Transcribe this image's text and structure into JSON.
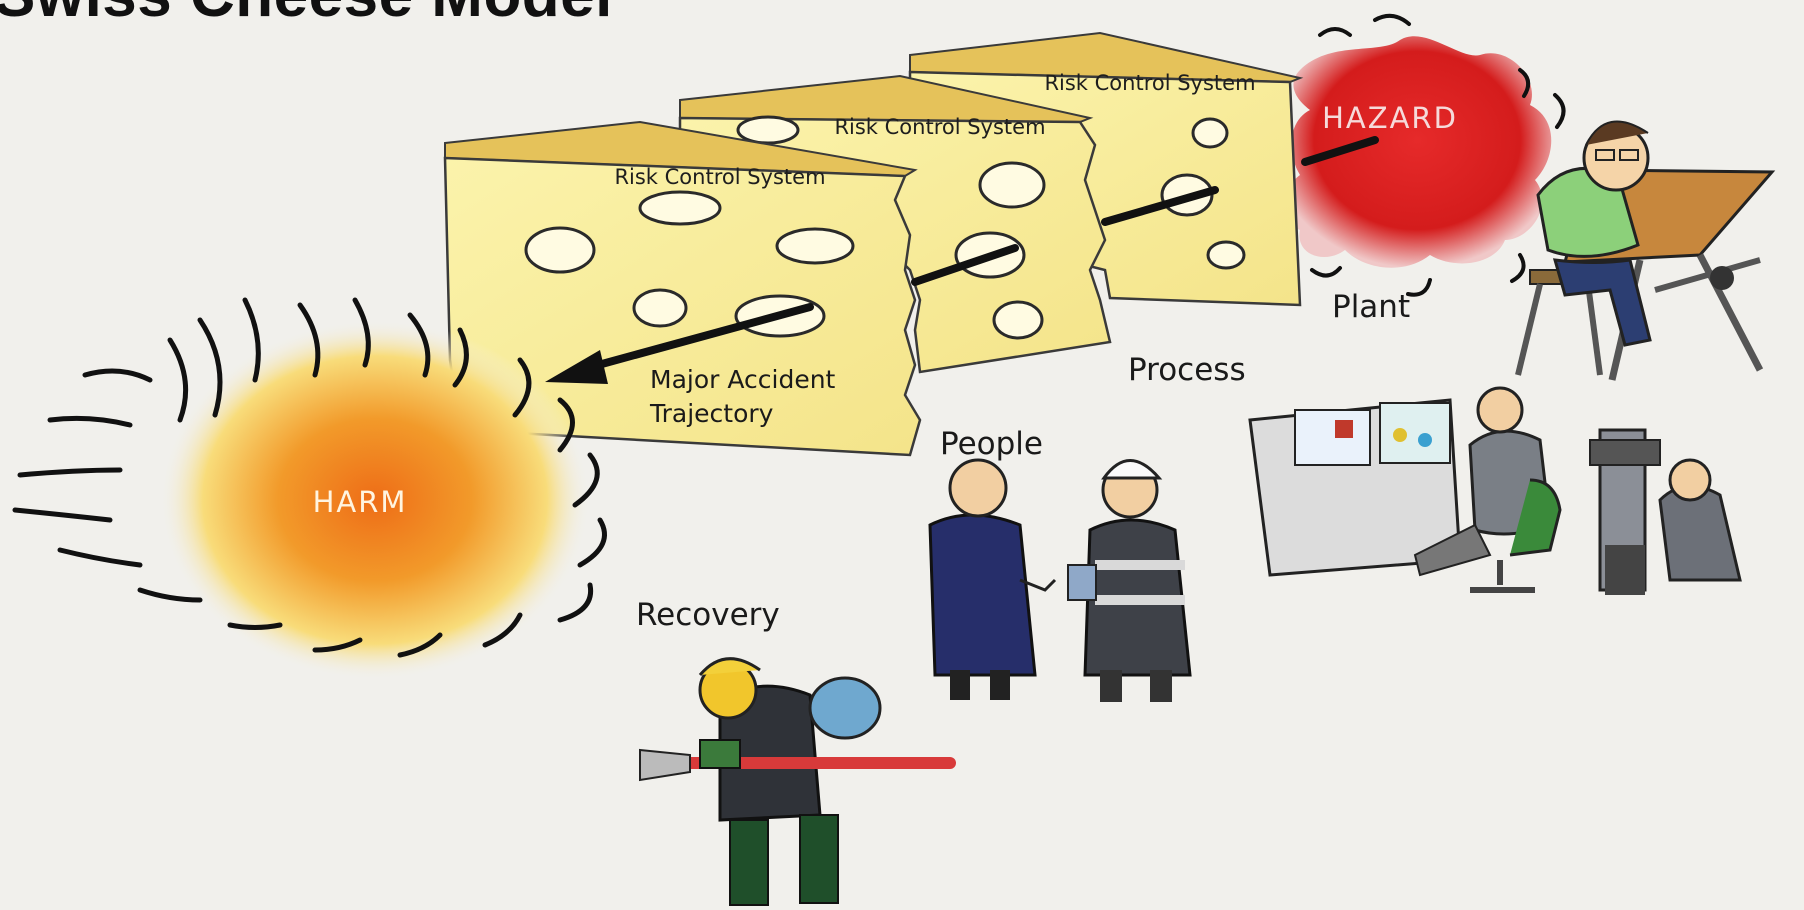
{
  "title": "Swiss Cheese Model",
  "slices": [
    {
      "label": "Risk Control System"
    },
    {
      "label": "Risk Control System"
    },
    {
      "label": "Risk Control System"
    }
  ],
  "hazard": {
    "label": "HAZARD",
    "color": "#d81e1e"
  },
  "harm": {
    "label": "HARM",
    "color": "#ef7a1a"
  },
  "trajectory": {
    "line1": "Major Accident",
    "line2": "Trajectory"
  },
  "layers": {
    "plant": "Plant",
    "process": "Process",
    "people": "People",
    "recovery": "Recovery"
  },
  "colors": {
    "cheese": "#f8ee9e",
    "cheese_top": "#e9c65a",
    "background": "#f1f0ec"
  }
}
